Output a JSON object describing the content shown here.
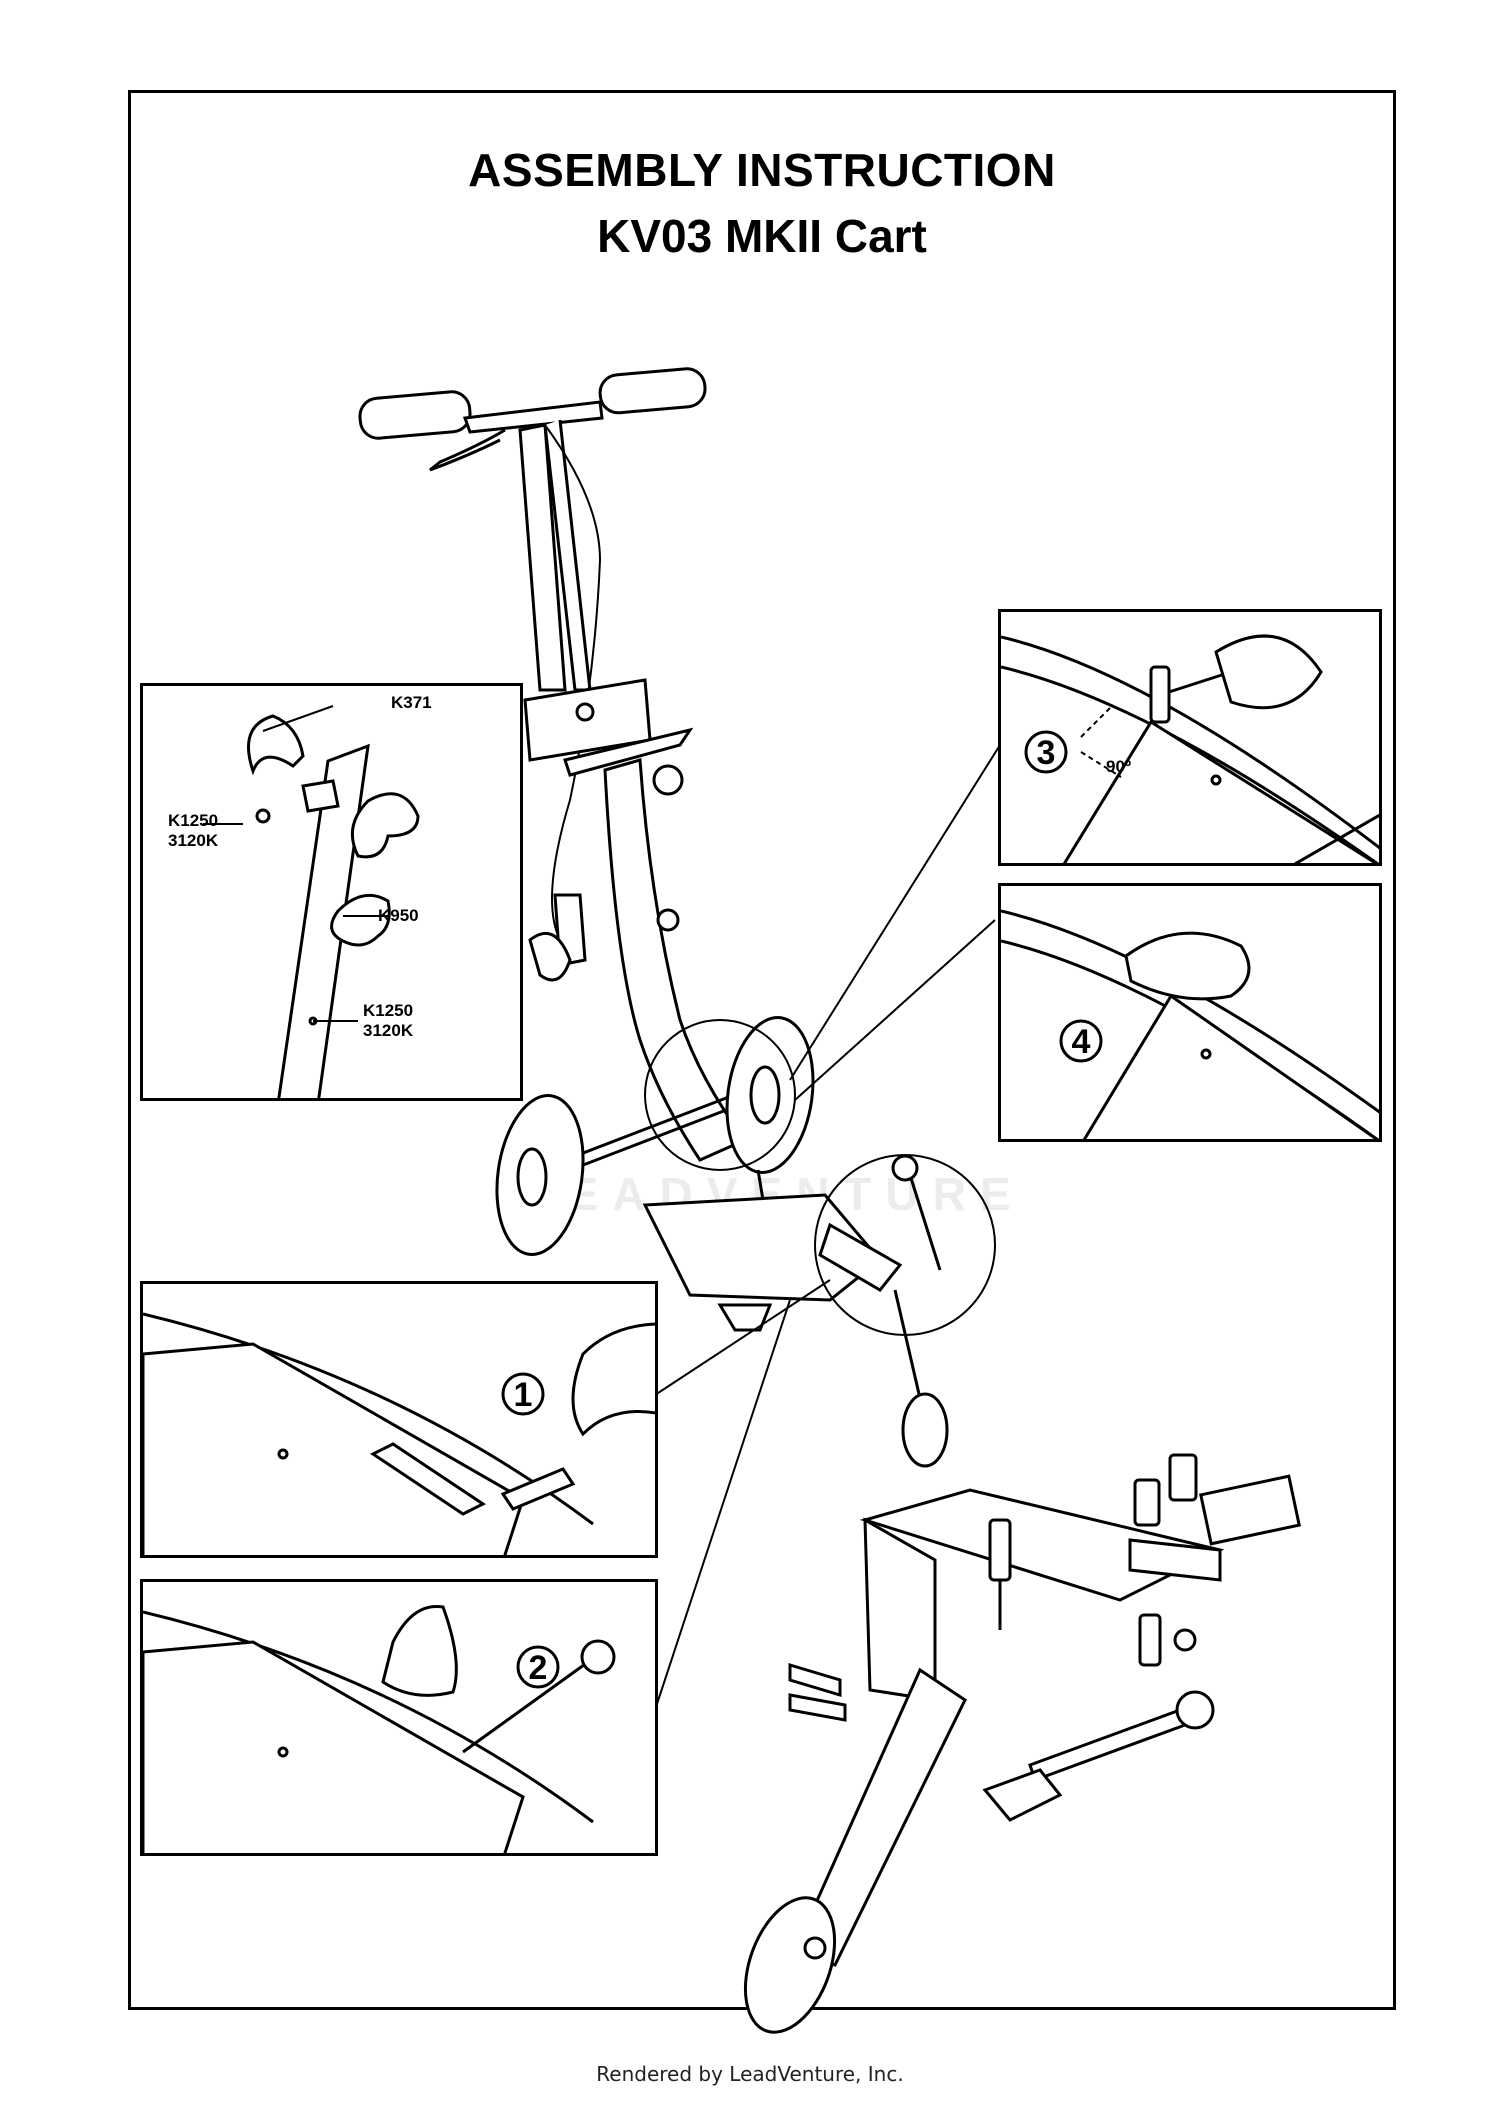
{
  "document": {
    "title_line1": "ASSEMBLY INSTRUCTION",
    "title_line2": "KV03 MKII Cart",
    "footer": "Rendered by LeadVenture, Inc.",
    "watermark": "LEADVENTURE"
  },
  "detail_panel": {
    "labels": [
      "K371",
      "K1250",
      "3120K",
      "K950",
      "K1250",
      "3120K"
    ]
  },
  "steps": [
    {
      "number": "1"
    },
    {
      "number": "2"
    },
    {
      "number": "3",
      "angle_label": "90º"
    },
    {
      "number": "4"
    }
  ]
}
